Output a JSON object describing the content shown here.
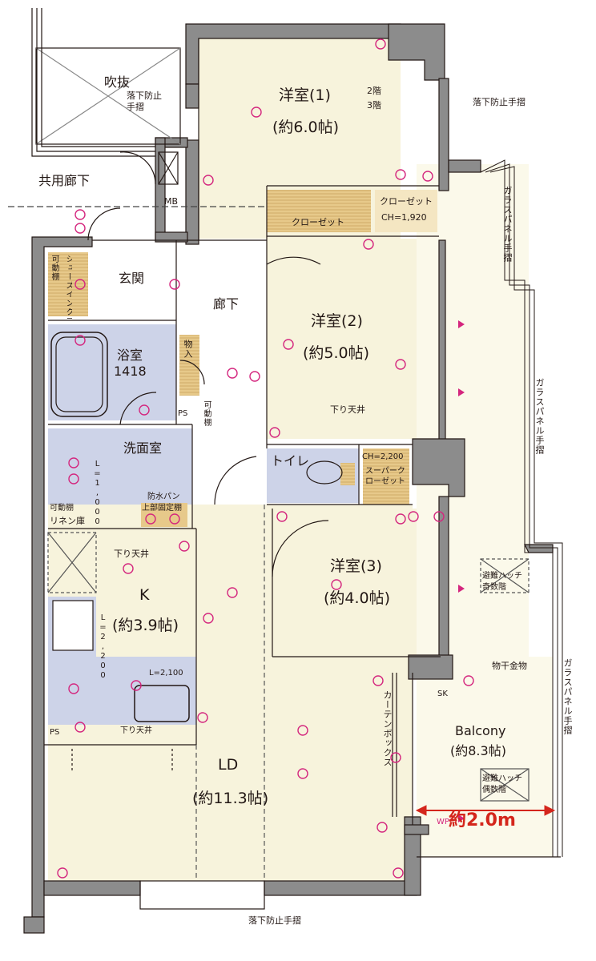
{
  "rooms": {
    "western1": {
      "name": "洋室(1)",
      "size": "(約6.0帖)"
    },
    "western2": {
      "name": "洋室(2)",
      "size": "(約5.0帖)"
    },
    "western3": {
      "name": "洋室(3)",
      "size": "(約4.0帖)"
    },
    "kitchen": {
      "name": "K",
      "size": "(約3.9帖)"
    },
    "ld": {
      "name": "LD",
      "size": "(約11.3帖)"
    },
    "balcony": {
      "name": "Balcony",
      "size": "(約8.3帖)"
    },
    "bath": {
      "name": "浴室",
      "size": "1418"
    },
    "washroom": {
      "name": "洗面室"
    },
    "entrance": {
      "name": "玄関"
    },
    "hallway": {
      "name": "廊下"
    },
    "toilet": {
      "name": "トイレ"
    },
    "void": {
      "name": "吹抜"
    },
    "common_corridor": {
      "name": "共用廊下"
    }
  },
  "labels": {
    "fall_rail": "落下防止手摺",
    "fall_rail_top": "落下防止\n手摺",
    "floor2": "2階",
    "floor3": "3階",
    "closet": "クローゼット",
    "closet_small": "クローゼット",
    "closet_ch": "CH=1,920",
    "super_closet_ch": "CH=2,200",
    "super_closet": "スーパークローゼット",
    "glass_panel_rail": "ガラスパネル手摺",
    "lowered_ceiling": "下り天井",
    "storage": "物入",
    "mb": "MB",
    "ps": "PS",
    "movable_shelf": "可動棚",
    "linen_shelf": "リネン庫",
    "shoes_closet": "シューズインクローゼット",
    "waterproof_pan": "防水パン",
    "top_fixed_shelf": "上部固定棚",
    "l1000": "L=1,000",
    "l2200": "L=2,200",
    "l2100": "L=2,100",
    "curtain_box": "カーテンボックス",
    "hatch_odd": "避難ハッチ\n奇数階",
    "hatch_even": "避難ハッチ\n偶数階",
    "drying_hardware": "物干金物",
    "balcony_depth": "約2.0m",
    "sk": "SK",
    "wp": "WP"
  },
  "colors": {
    "wall": "#8c8c8c",
    "wall_edge": "#231815",
    "room_cream": "#f7f3dc",
    "wet_blue": "#cdd3e8",
    "closet_tan": "#e7c98a",
    "symbol_magenta": "#d4267e",
    "dimension_red": "#d4261c"
  }
}
